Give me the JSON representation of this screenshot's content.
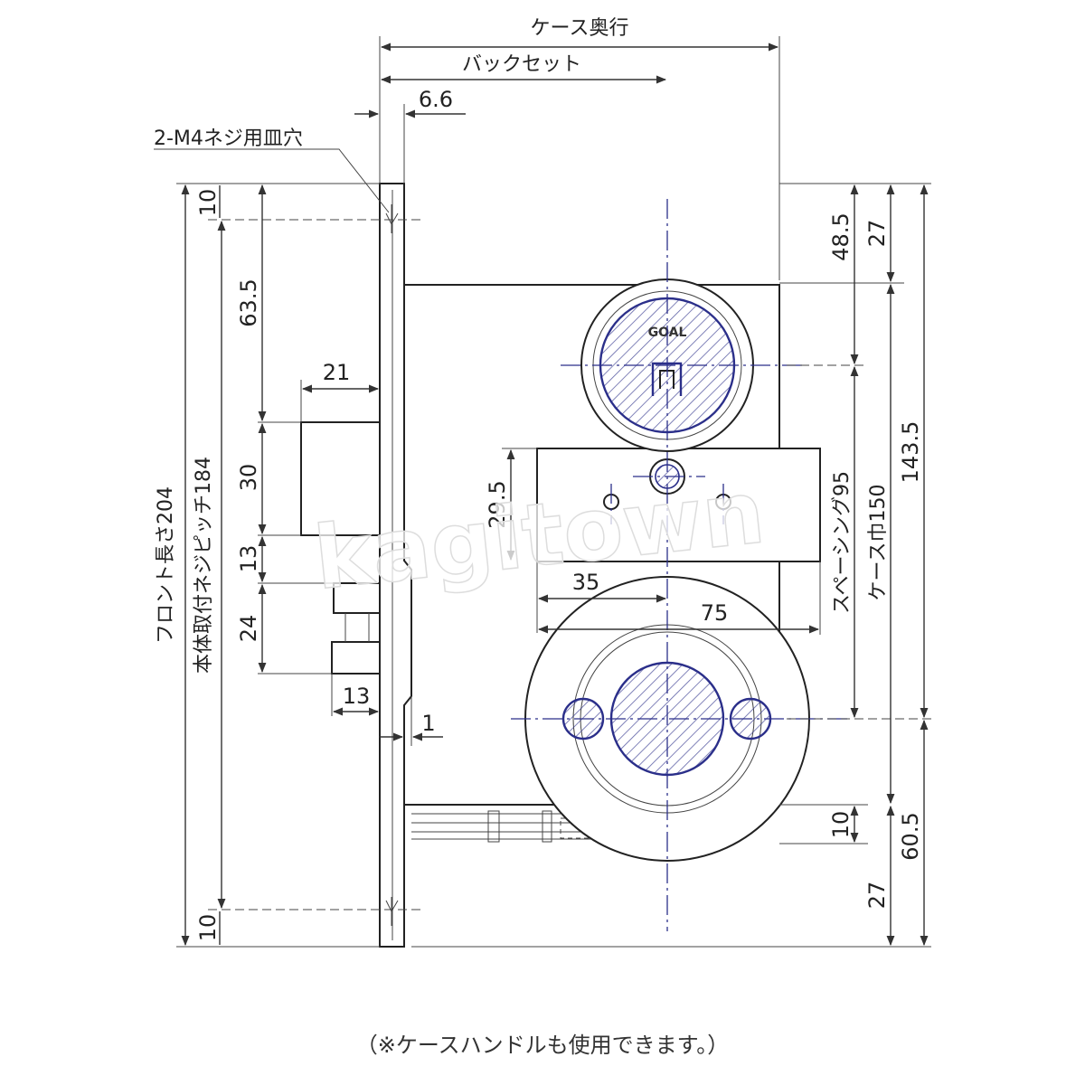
{
  "labels": {
    "case_depth": "ケース奥行",
    "backset": "バックセット",
    "screw_hole": "2-M4ネジ用皿穴",
    "front_length": "フロント長さ204",
    "body_pitch": "本体取付ネジピッチ184",
    "spacing": "スペーシング95",
    "case_width": "ケース巾150"
  },
  "dimensions": {
    "d6_6": "6.6",
    "d10_top": "10",
    "d63_5": "63.5",
    "d21": "21",
    "d30": "30",
    "d13_left": "13",
    "d24": "24",
    "d13_bottom": "13",
    "d1": "1",
    "d10_bottom": "10",
    "d29_5": "29.5",
    "d35": "35",
    "d75": "75",
    "d48_5": "48.5",
    "d27_top": "27",
    "d143_5": "143.5",
    "d10_right": "10",
    "d60_5": "60.5",
    "d27_bottom": "27"
  },
  "cylinder_brand": "GOAL",
  "watermark": "kagitown",
  "footnote": "（※ケースハンドルも使用できます。）",
  "colors": {
    "line": "#222222",
    "center_line": "#2b2f8a",
    "hatch": "#2b2f8a"
  }
}
